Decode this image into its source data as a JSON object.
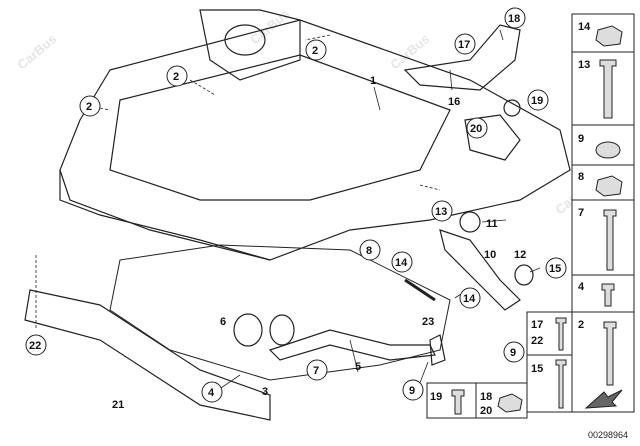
{
  "watermark": "CarBus",
  "doc_id": "00298964",
  "callouts": [
    {
      "id": "c1",
      "text": "1"
    },
    {
      "id": "c2a",
      "text": "2"
    },
    {
      "id": "c2b",
      "text": "2"
    },
    {
      "id": "c2c",
      "text": "2"
    },
    {
      "id": "c3",
      "text": "3"
    },
    {
      "id": "c4",
      "text": "4"
    },
    {
      "id": "c5",
      "text": "5"
    },
    {
      "id": "c6",
      "text": "6"
    },
    {
      "id": "c7",
      "text": "7"
    },
    {
      "id": "c8",
      "text": "8"
    },
    {
      "id": "c9a",
      "text": "9"
    },
    {
      "id": "c9b",
      "text": "9"
    },
    {
      "id": "c10",
      "text": "10"
    },
    {
      "id": "c11",
      "text": "11"
    },
    {
      "id": "c12",
      "text": "12"
    },
    {
      "id": "c13",
      "text": "13"
    },
    {
      "id": "c14a",
      "text": "14"
    },
    {
      "id": "c14b",
      "text": "14"
    },
    {
      "id": "c15",
      "text": "15"
    },
    {
      "id": "c16",
      "text": "16"
    },
    {
      "id": "c17",
      "text": "17"
    },
    {
      "id": "c18",
      "text": "18"
    },
    {
      "id": "c19",
      "text": "19"
    },
    {
      "id": "c20",
      "text": "20"
    },
    {
      "id": "c21",
      "text": "21"
    },
    {
      "id": "c22",
      "text": "22"
    },
    {
      "id": "c23",
      "text": "23"
    }
  ],
  "parts_panel": {
    "right_column": [
      "14",
      "13",
      "9",
      "8",
      "7",
      "4",
      "2"
    ],
    "bottom_grid": [
      "17",
      "22",
      "15",
      "19",
      "18",
      "20"
    ]
  }
}
